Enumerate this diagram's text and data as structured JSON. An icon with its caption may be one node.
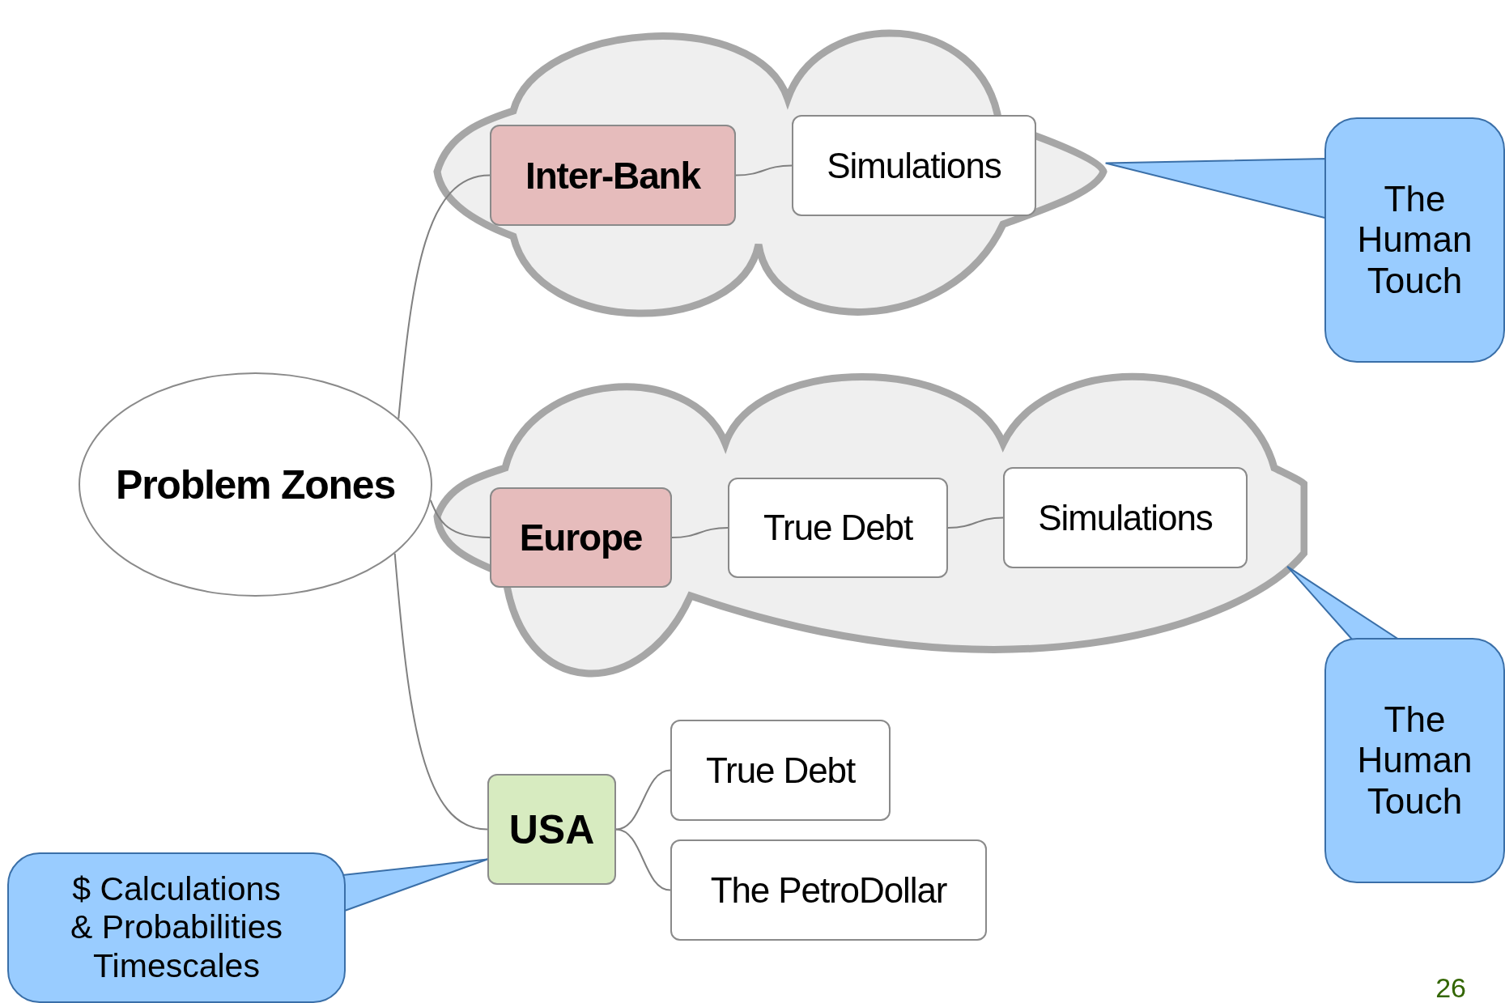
{
  "diagram": {
    "nodes": [
      {
        "text": [
          "Problem Zones"
        ]
      },
      {
        "text": [],
        "shape": "cloud"
      },
      {
        "text": [
          "Inter-Bank"
        ],
        "in": 1
      },
      {
        "text": [
          "Simulations"
        ],
        "in": 1
      },
      {
        "text": [],
        "shape": "cloud"
      },
      {
        "text": [
          "Europe"
        ],
        "in": 4
      },
      {
        "text": [
          "True Debt"
        ],
        "in": 4
      },
      {
        "text": [
          "Simulations"
        ],
        "in": 4
      },
      {
        "text": [
          "USA"
        ]
      },
      {
        "text": [
          "True Debt"
        ]
      },
      {
        "text": [
          "The PetroDollar"
        ]
      },
      {
        "text": [
          "The Human Touch"
        ]
      },
      {
        "text": [
          "The Human Touch"
        ]
      },
      {
        "text": [
          "$ Calculations",
          "& Probabilities",
          "Timescales"
        ]
      }
    ],
    "edges": [
      {
        "from": 0,
        "to": 2,
        "arrow": "none"
      },
      {
        "from": 0,
        "to": 5,
        "arrow": "none"
      },
      {
        "from": 0,
        "to": 8,
        "arrow": "none"
      },
      {
        "from": 2,
        "to": 3,
        "arrow": "none"
      },
      {
        "from": 5,
        "to": 6,
        "arrow": "none"
      },
      {
        "from": 6,
        "to": 7,
        "arrow": "none"
      },
      {
        "from": 8,
        "to": 9,
        "arrow": "none"
      },
      {
        "from": 8,
        "to": 10,
        "arrow": "none"
      },
      {
        "from": 11,
        "to": 1,
        "arrow": "none"
      },
      {
        "from": 12,
        "to": 4,
        "arrow": "none"
      },
      {
        "from": 13,
        "to": 8,
        "arrow": "none"
      }
    ],
    "labels": [
      "26"
    ]
  }
}
